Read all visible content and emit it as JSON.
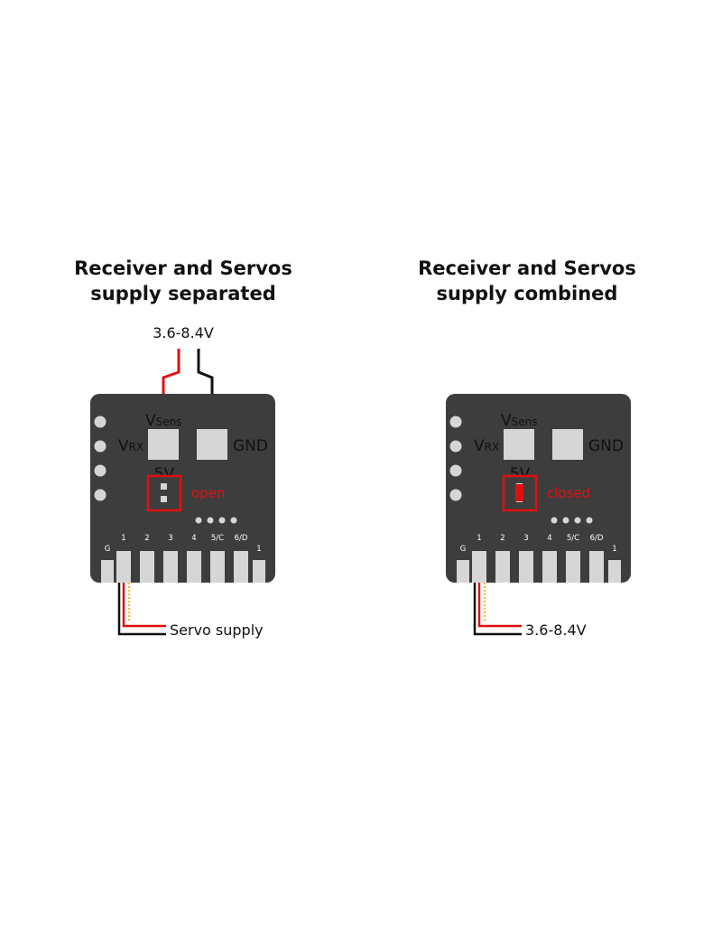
{
  "left": {
    "title_line1": "Receiver and Servos",
    "title_line2": "supply separated",
    "top_voltage": "3.6-8.4V",
    "bottom_label": "Servo supply",
    "jumper_state": "open"
  },
  "right": {
    "title_line1": "Receiver and Servos",
    "title_line2": "supply combined",
    "bottom_label": "3.6-8.4V",
    "jumper_state": "closed"
  },
  "board_labels": {
    "v_letter": "V",
    "sens_sub": "Sens",
    "rx_sub": "RX",
    "gnd": "GND",
    "five_v": "5V"
  },
  "pin_labels": [
    "G",
    "1",
    "2",
    "3",
    "4",
    "5/C",
    "6/D",
    "1"
  ],
  "colors": {
    "board": "#3d3d3d",
    "pad": "#d6d6d6",
    "wire_red": "#e01010",
    "wire_black": "#111111",
    "wire_signal": "#f0c040",
    "highlight": "#e01010"
  }
}
